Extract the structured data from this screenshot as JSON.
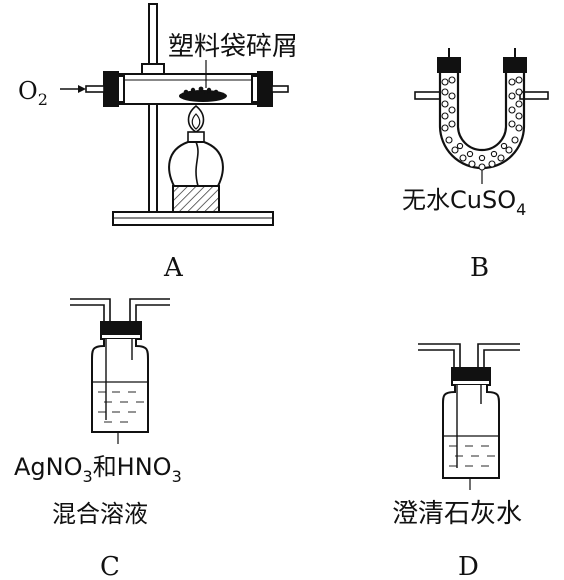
{
  "A": {
    "label": "A",
    "gas": "O",
    "gas_sub": "2",
    "material": "塑料袋碎屑"
  },
  "B": {
    "label": "B",
    "reagent": "无水CuSO",
    "reagent_sub": "4"
  },
  "C": {
    "label": "C",
    "line1_a": "AgNO",
    "line1_sub1": "3",
    "line1_b": "和HNO",
    "line1_sub2": "3",
    "line2": "混合溶液"
  },
  "D": {
    "label": "D",
    "reagent": "澄清石灰水"
  }
}
